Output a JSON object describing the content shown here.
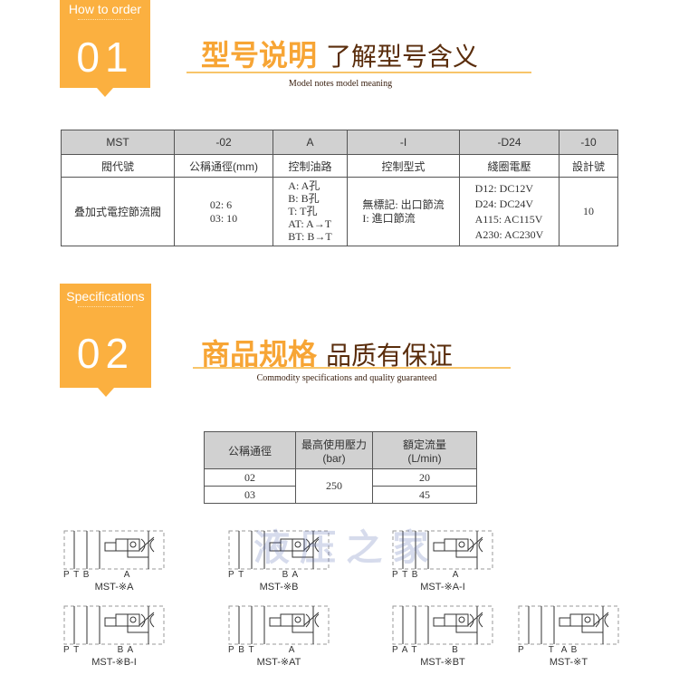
{
  "section1": {
    "badge_en": "How to order",
    "badge_num": "01",
    "title_orange": "型号说明",
    "title_brown": "了解型号含义",
    "subtitle": "Model notes model meaning"
  },
  "model_table": {
    "codes": [
      "MST",
      "-02",
      "A",
      "-I",
      "-D24",
      "-10"
    ],
    "headers": [
      "閥代號",
      "公稱通徑(mm)",
      "控制油路",
      "控制型式",
      "綫圈電壓",
      "設計號"
    ],
    "valve": "叠加式電控節流閥",
    "diameter": [
      "02: 6",
      "03: 10"
    ],
    "oil_path": [
      "A: A孔",
      "B: B孔",
      "T: T孔",
      "AT: A→T",
      "BT: B→T"
    ],
    "control": [
      "無標記: 出口節流",
      "I: 進口節流"
    ],
    "voltage": [
      "D12: DC12V",
      "D24: DC24V",
      "A115: AC115V",
      "A230: AC230V"
    ],
    "design": "10"
  },
  "section2": {
    "badge_en": "Specifications",
    "badge_num": "02",
    "title_orange": "商品规格",
    "title_brown": "品质有保证",
    "subtitle": "Commodity specifications and quality guaranteed"
  },
  "spec_table": {
    "headers": [
      "公稱通徑",
      "最高使用壓力\n(bar)",
      "額定流量\n(L/min)"
    ],
    "h2a": "最高使用壓力",
    "h2b": "(bar)",
    "h3a": "額定流量",
    "h3b": "(L/min)",
    "rows": [
      {
        "size": "02",
        "flow": "20"
      },
      {
        "size": "03",
        "flow": "45"
      }
    ],
    "pressure": "250"
  },
  "diagrams": [
    {
      "ports": "P T B          A",
      "name": "MST-※A"
    },
    {
      "ports": "P T           B A",
      "name": "MST-※B"
    },
    {
      "ports": "P T B          A",
      "name": "MST-※A-I"
    },
    {
      "ports": "P T           B A",
      "name": "MST-※B-I"
    },
    {
      "ports": "P B T          A",
      "name": "MST-※AT"
    },
    {
      "ports": "P A T          B",
      "name": "MST-※BT"
    },
    {
      "ports": "P       T  A B",
      "name": "MST-※T"
    }
  ],
  "watermark": "液压之家"
}
